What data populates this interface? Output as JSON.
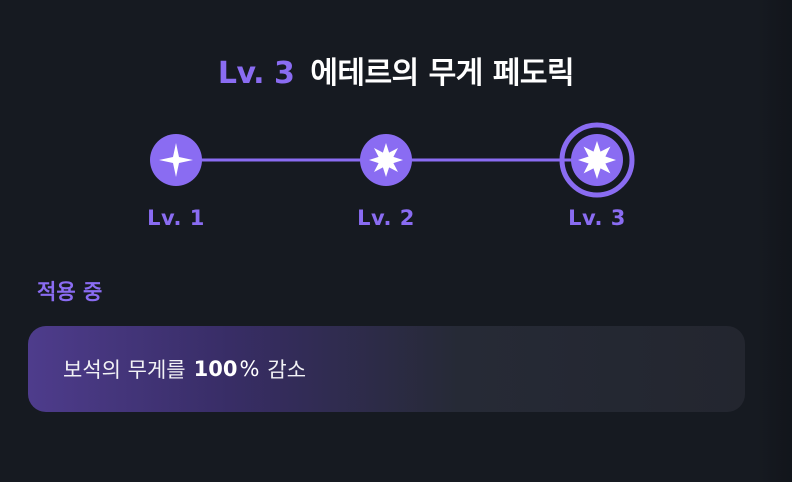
{
  "header": {
    "level": "Lv. 3",
    "name": "에테르의 무게 페도릭"
  },
  "levels": [
    {
      "label": "Lv. 1",
      "icon": "four-point-star-icon",
      "state": "completed"
    },
    {
      "label": "Lv. 2",
      "icon": "eight-point-star-icon",
      "state": "completed"
    },
    {
      "label": "Lv. 3",
      "icon": "eight-point-star-icon",
      "state": "current"
    }
  ],
  "active": {
    "label": "적용 중",
    "effect_prefix": "보석의 무게를",
    "effect_value": "100",
    "effect_unit": "%",
    "effect_suffix": "감소"
  },
  "colors": {
    "accent": "#8a6cf2",
    "background": "#161a21",
    "card_start": "#4e3c8c",
    "card_end": "#23262f"
  }
}
